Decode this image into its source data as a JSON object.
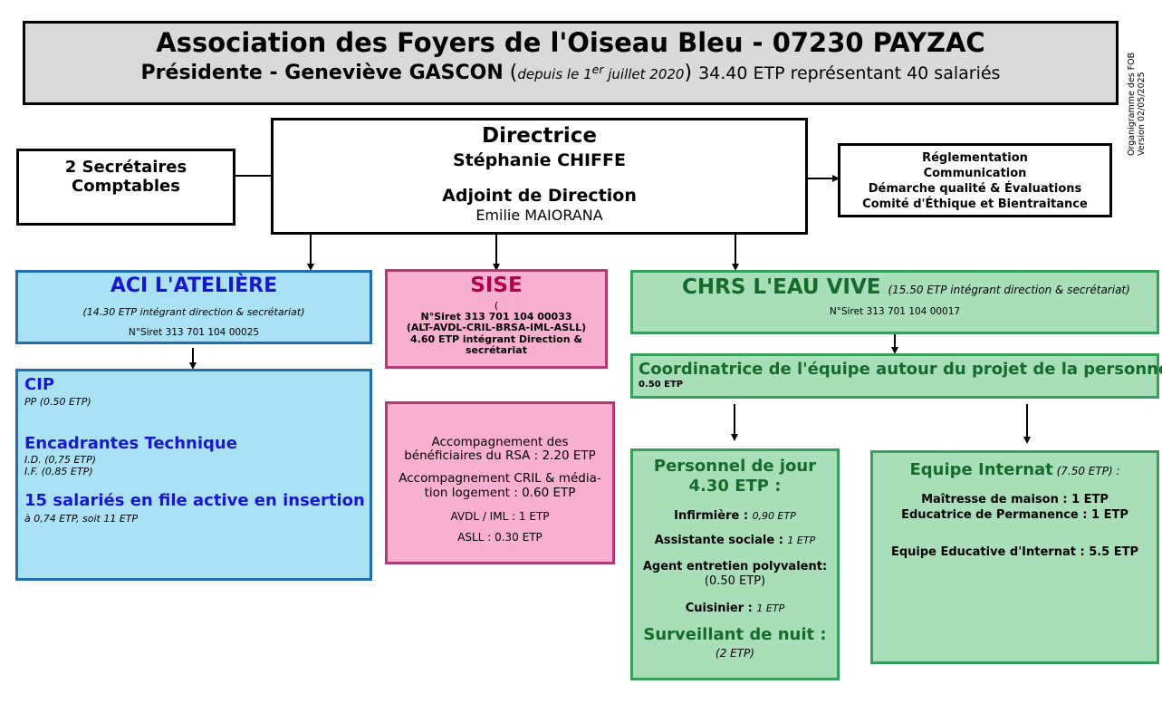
{
  "header": {
    "title": "Association des Foyers de l'Oiseau Bleu - 07230 PAYZAC",
    "president": "Présidente - Geneviève GASCON",
    "since_prefix": "(",
    "since_text": "depuis le 1",
    "since_sup": "er",
    "since_tail": " juillet 2020",
    "since_suffix": ")",
    "etp": "34.40 ETP représentant 40 salariés"
  },
  "version": {
    "line1": "Organigramme des FOB",
    "line2": "Version 02/05/2025"
  },
  "direction": {
    "role": "Directrice",
    "name": "Stéphanie CHIFFE",
    "deputy_role": "Adjoint de Direction",
    "deputy_name": "Emilie MAIORANA"
  },
  "secretaires": {
    "line1": "2 Secrétaires",
    "line2": "Comptables"
  },
  "services": [
    "Réglementation",
    "Communication",
    "Démarche qualité & Évaluations",
    "Comité d'Éthique et Bientraitance"
  ],
  "aci": {
    "title": "ACI L'ATELIÈRE",
    "subtitle": "(14.30 ETP intégrant direction & secrétariat)",
    "siret": "N°Siret 313 701 104 00025",
    "cip_title": "CIP",
    "cip_note": "PP (0.50 ETP)",
    "encadrantes_title": "Encadrantes Technique",
    "encadrantes_note1": "I.D.  (0,75 ETP)",
    "encadrantes_note2": "I.F.   (0,85 ETP)",
    "salaries_title": "15 salariés en file active en insertion",
    "salaries_note": "à 0,74 ETP, soit 11 ETP"
  },
  "sise": {
    "title": "SISE",
    "paren": "(",
    "siret": "N°Siret 313 701 104 00033",
    "services": "(ALT-AVDL-CRIL-BRSA-IML-ASLL)",
    "etp1": "4.60 ETP intégrant Direction &",
    "etp2": "secrétariat",
    "acc1_l1": "Accompagnement des",
    "acc1_l2": "bénéficiaires du RSA : 2.20 ETP",
    "acc2_l1": "Accompagnement CRIL & média-",
    "acc2_l2": "tion logement  : 0.60 ETP",
    "avdl": "AVDL / IML : 1 ETP",
    "asll": "ASLL : 0.30 ETP"
  },
  "chrs": {
    "title": "CHRS L'EAU VIVE",
    "subtitle": "(15.50 ETP intégrant direction & secrétariat)",
    "siret": "N°Siret 313 701 104 00017",
    "coord_title": "Coordinatrice de l'équipe  autour du projet de la personne :",
    "coord_etp": "0.50 ETP"
  },
  "jour": {
    "title1": "Personnel de jour",
    "title2": "4.30 ETP :",
    "infirmiere": "Infirmière : ",
    "infirmiere_etp": "0,90 ETP",
    "assistante": "Assistante sociale : ",
    "assistante_etp": "1 ETP",
    "agent1": "Agent entretien polyvalent:",
    "agent_etp": "(0.50 ETP)",
    "cuisinier": "Cuisinier : ",
    "cuisinier_etp": "1 ETP",
    "surveillant": "Surveillant de nuit  :",
    "surveillant_etp": "(2 ETP)"
  },
  "internat": {
    "title": "Equipe Internat",
    "etp": " (7.50  ETP) :",
    "maitresse": "Maîtresse de maison : 1 ETP",
    "educatrice": "Educatrice de Permanence  : 1 ETP",
    "equipe": "Equipe Educative d'Internat :  5.5 ETP"
  }
}
